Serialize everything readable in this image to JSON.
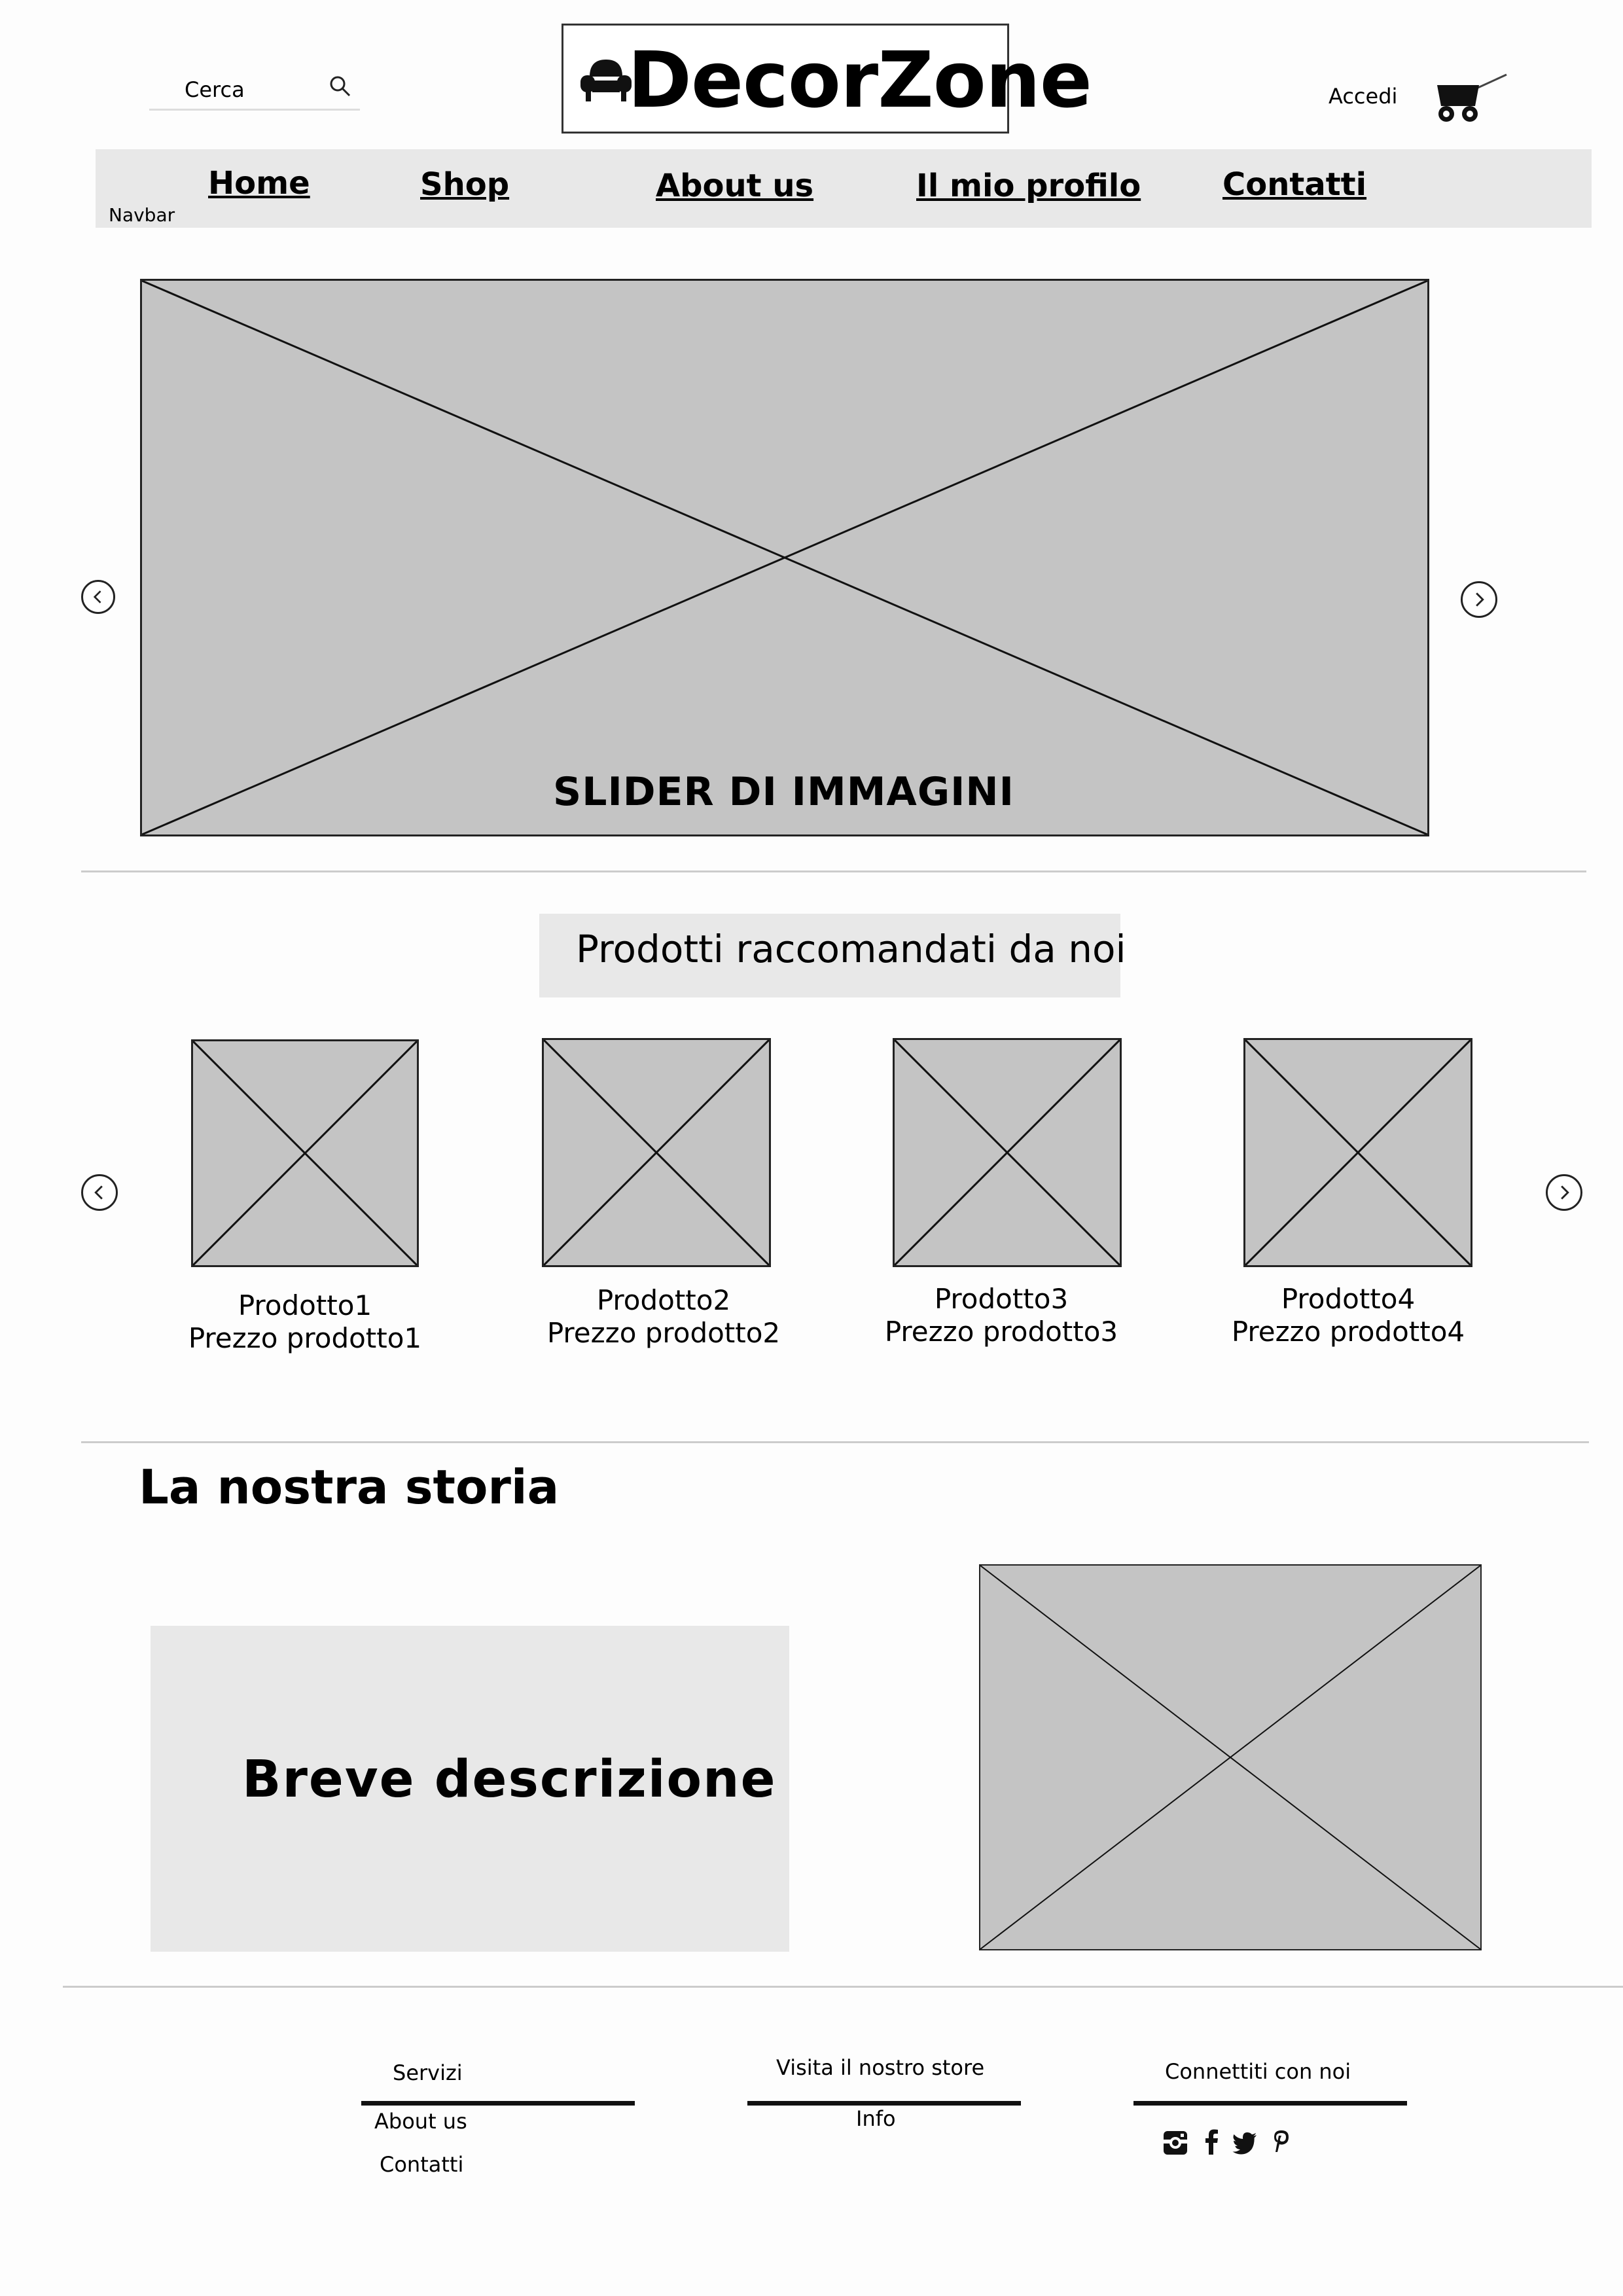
{
  "header": {
    "search": {
      "placeholder": "Cerca"
    },
    "logo_text": "DecorZone",
    "login_label": "Accedi"
  },
  "navbar": {
    "label": "Navbar",
    "items": [
      "Home",
      "Shop",
      "About us",
      "Il mio profilo",
      "Contatti"
    ]
  },
  "slider": {
    "caption": "SLIDER DI IMMAGINI"
  },
  "recommended": {
    "title": "Prodotti raccomandati da noi",
    "products": [
      {
        "name": "Prodotto1",
        "price": "Prezzo prodotto1"
      },
      {
        "name": "Prodotto2",
        "price": "Prezzo prodotto2"
      },
      {
        "name": "Prodotto3",
        "price": "Prezzo prodotto3"
      },
      {
        "name": "Prodotto4",
        "price": "Prezzo prodotto4"
      }
    ]
  },
  "story": {
    "title": "La nostra storia",
    "description": "Breve descrizione"
  },
  "footer": {
    "col1": {
      "items": [
        "Servizi",
        "About us",
        "Contatti"
      ]
    },
    "col2": {
      "title": "Visita il nostro store",
      "items": [
        "Info"
      ]
    },
    "col3": {
      "title": "Connettiti con noi",
      "social": [
        "instagram-icon",
        "facebook-icon",
        "twitter-icon",
        "pinterest-icon"
      ]
    }
  },
  "colors": {
    "placeholder": "#c4c4c4",
    "panel": "#e8e8e8"
  }
}
